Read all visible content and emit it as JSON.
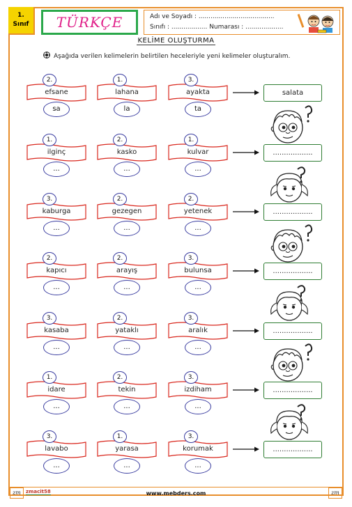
{
  "header": {
    "grade_line1": "1.",
    "grade_line2": "Sınıf",
    "subject": "TÜRKÇE",
    "name_line": "Adı ve Soyadı : ......................................",
    "class_line": "Sınıfı : .................. Numarası : ..................."
  },
  "title": "KELİME OLUŞTURMA",
  "instruction": "Aşağıda verilen kelimelerin belirtilen heceleriyle yeni kelimeler oluşturalım.",
  "rows": [
    {
      "words": [
        {
          "n": "2.",
          "w": "efsane",
          "s": "sa"
        },
        {
          "n": "1.",
          "w": "lahana",
          "s": "la"
        },
        {
          "n": "3.",
          "w": "ayakta",
          "s": "ta"
        }
      ],
      "answer": "salata",
      "face": "boy"
    },
    {
      "words": [
        {
          "n": "1.",
          "w": "ilginç",
          "s": "..."
        },
        {
          "n": "2.",
          "w": "kasko",
          "s": "..."
        },
        {
          "n": "1.",
          "w": "kulvar",
          "s": "..."
        }
      ],
      "answer": "..................",
      "face": "girl"
    },
    {
      "words": [
        {
          "n": "3.",
          "w": "kaburga",
          "s": "..."
        },
        {
          "n": "2.",
          "w": "gezegen",
          "s": "..."
        },
        {
          "n": "2.",
          "w": "yetenek",
          "s": "..."
        }
      ],
      "answer": "..................",
      "face": "boy"
    },
    {
      "words": [
        {
          "n": "2.",
          "w": "kapıcı",
          "s": "..."
        },
        {
          "n": "2.",
          "w": "arayış",
          "s": "..."
        },
        {
          "n": "3.",
          "w": "bulunsa",
          "s": "..."
        }
      ],
      "answer": "..................",
      "face": "girl"
    },
    {
      "words": [
        {
          "n": "3.",
          "w": "kasaba",
          "s": "..."
        },
        {
          "n": "2.",
          "w": "yataklı",
          "s": "..."
        },
        {
          "n": "3.",
          "w": "aralık",
          "s": "..."
        }
      ],
      "answer": "..................",
      "face": "boy"
    },
    {
      "words": [
        {
          "n": "1.",
          "w": "idare",
          "s": "..."
        },
        {
          "n": "2.",
          "w": "tekin",
          "s": "..."
        },
        {
          "n": "3.",
          "w": "izdiham",
          "s": "..."
        }
      ],
      "answer": "..................",
      "face": "girl"
    },
    {
      "words": [
        {
          "n": "3.",
          "w": "lavabo",
          "s": "..."
        },
        {
          "n": "1.",
          "w": "yarasa",
          "s": "..."
        },
        {
          "n": "3.",
          "w": "korumak",
          "s": "..."
        }
      ],
      "answer": "..................",
      "face": "none"
    }
  ],
  "footer": {
    "sig_left": "zm",
    "sig_right": "zm",
    "author": "zmacit58",
    "site": "www.mebders.com"
  },
  "colors": {
    "frame": "#e88e2b",
    "brand": "#2aa84a",
    "subject": "#e0208a",
    "ribbon": "#d9261c",
    "ellipse": "#3a3da0",
    "answer": "#2e7d32"
  }
}
